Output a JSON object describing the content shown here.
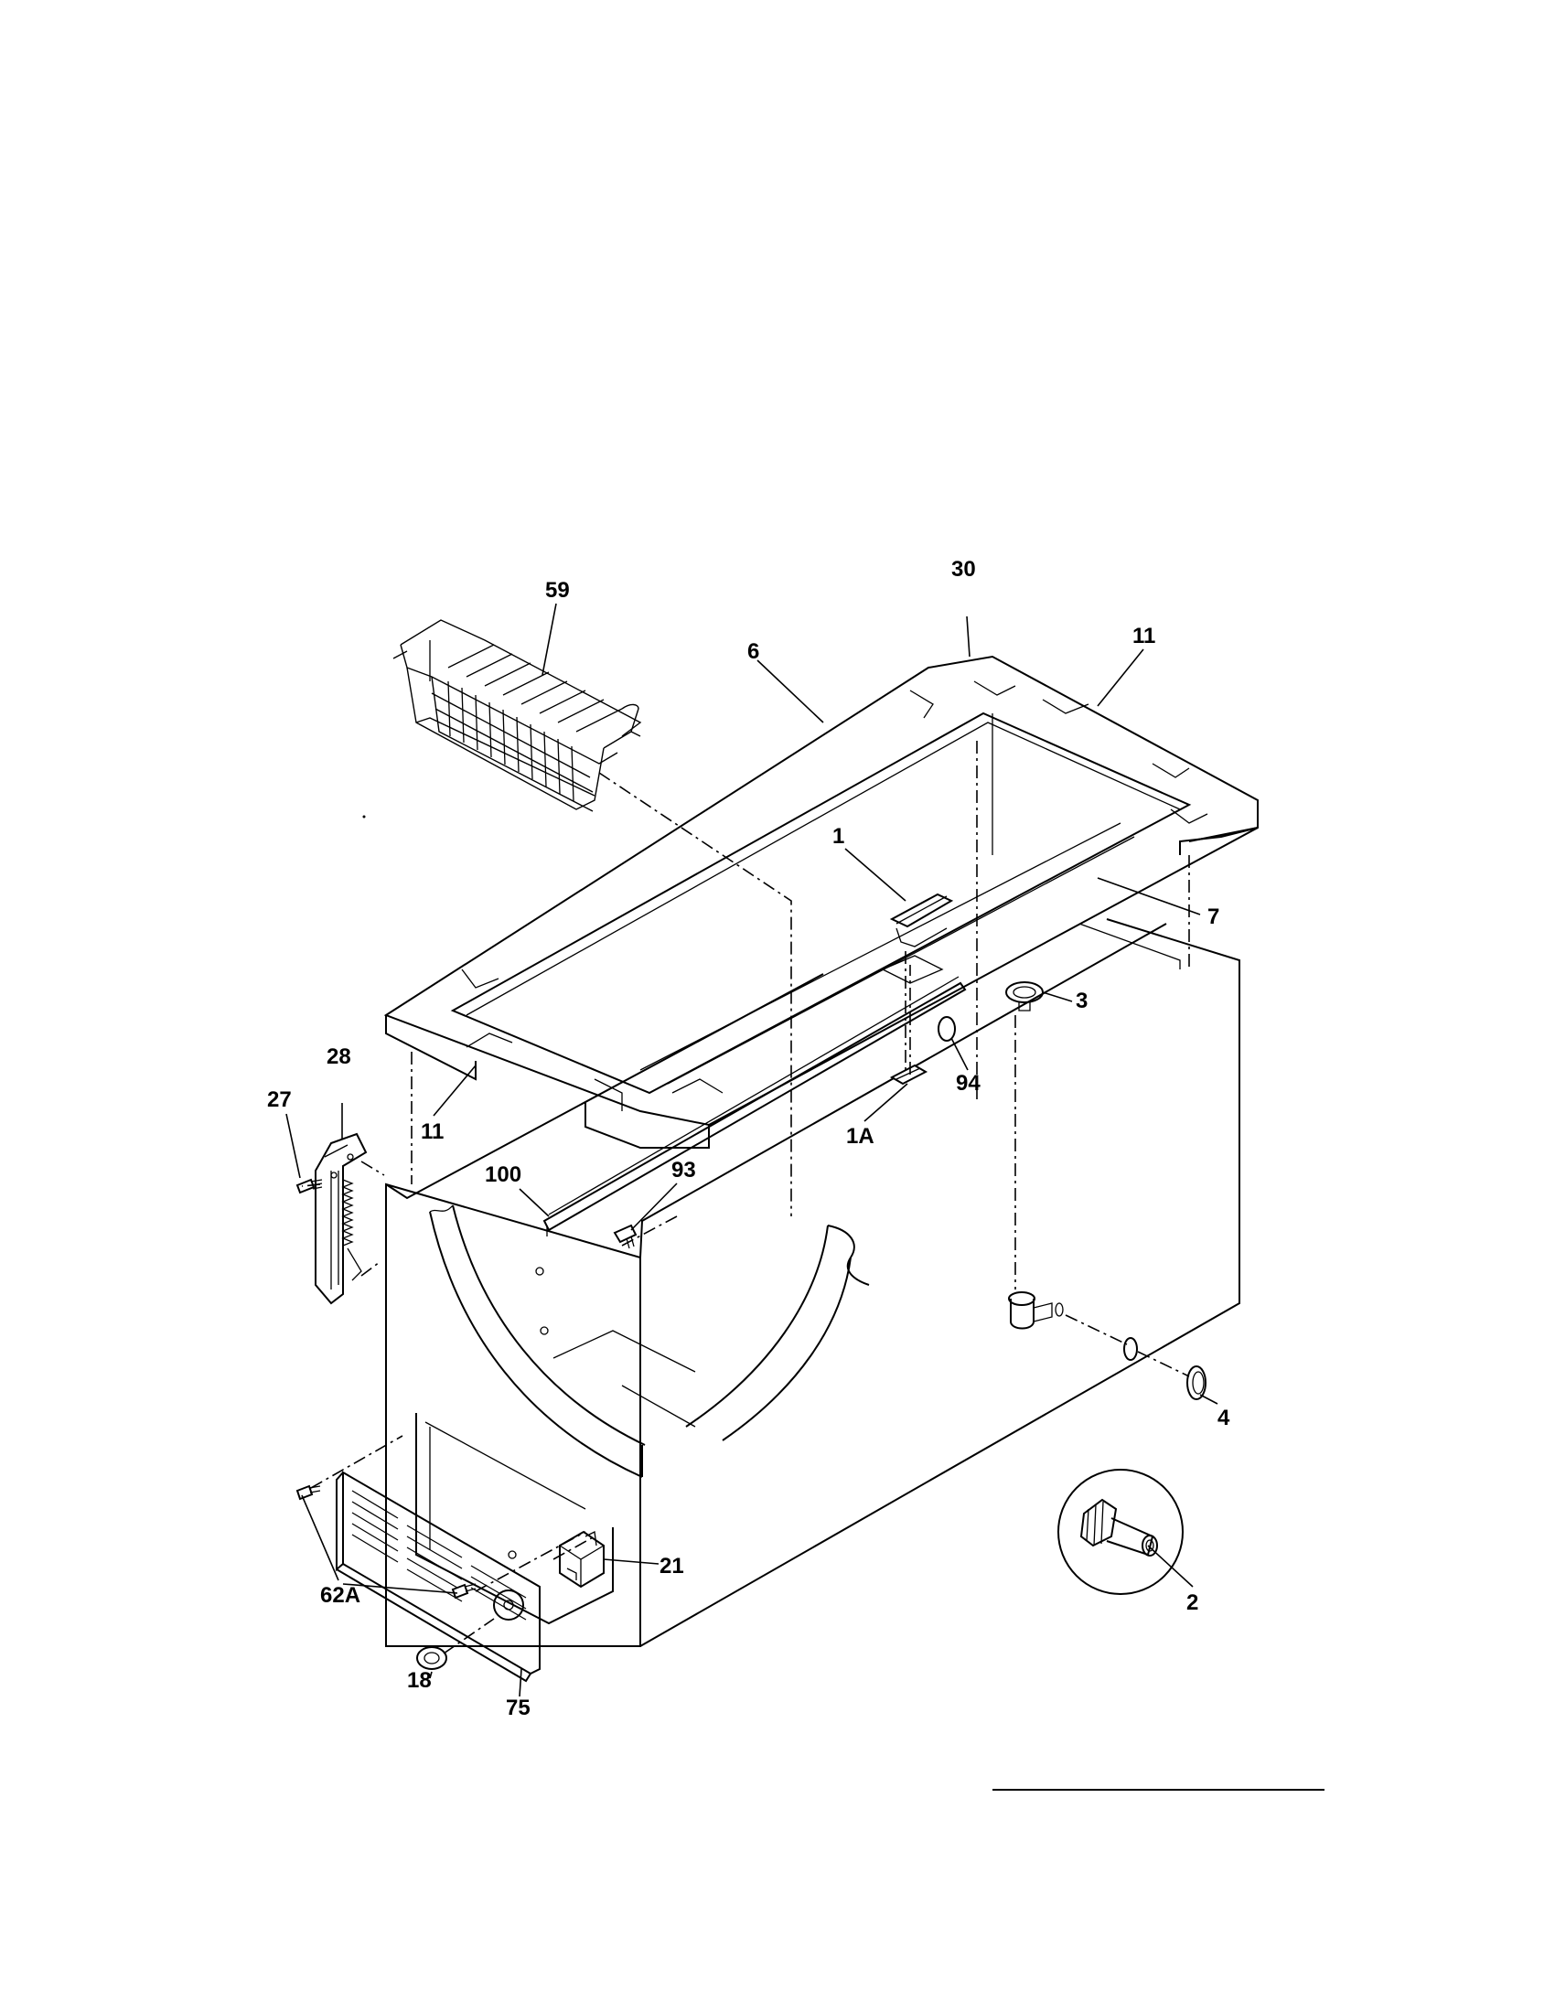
{
  "labels": {
    "p59": "59",
    "p30": "30",
    "p6": "6",
    "p11_top": "11",
    "p1": "1",
    "p7": "7",
    "p3": "3",
    "p94": "94",
    "p28": "28",
    "p27": "27",
    "p11_left": "11",
    "p1A": "1A",
    "p100": "100",
    "p93": "93",
    "p4": "4",
    "p21": "21",
    "p2": "2",
    "p62A": "62A",
    "p18": "18",
    "p75": "75"
  }
}
